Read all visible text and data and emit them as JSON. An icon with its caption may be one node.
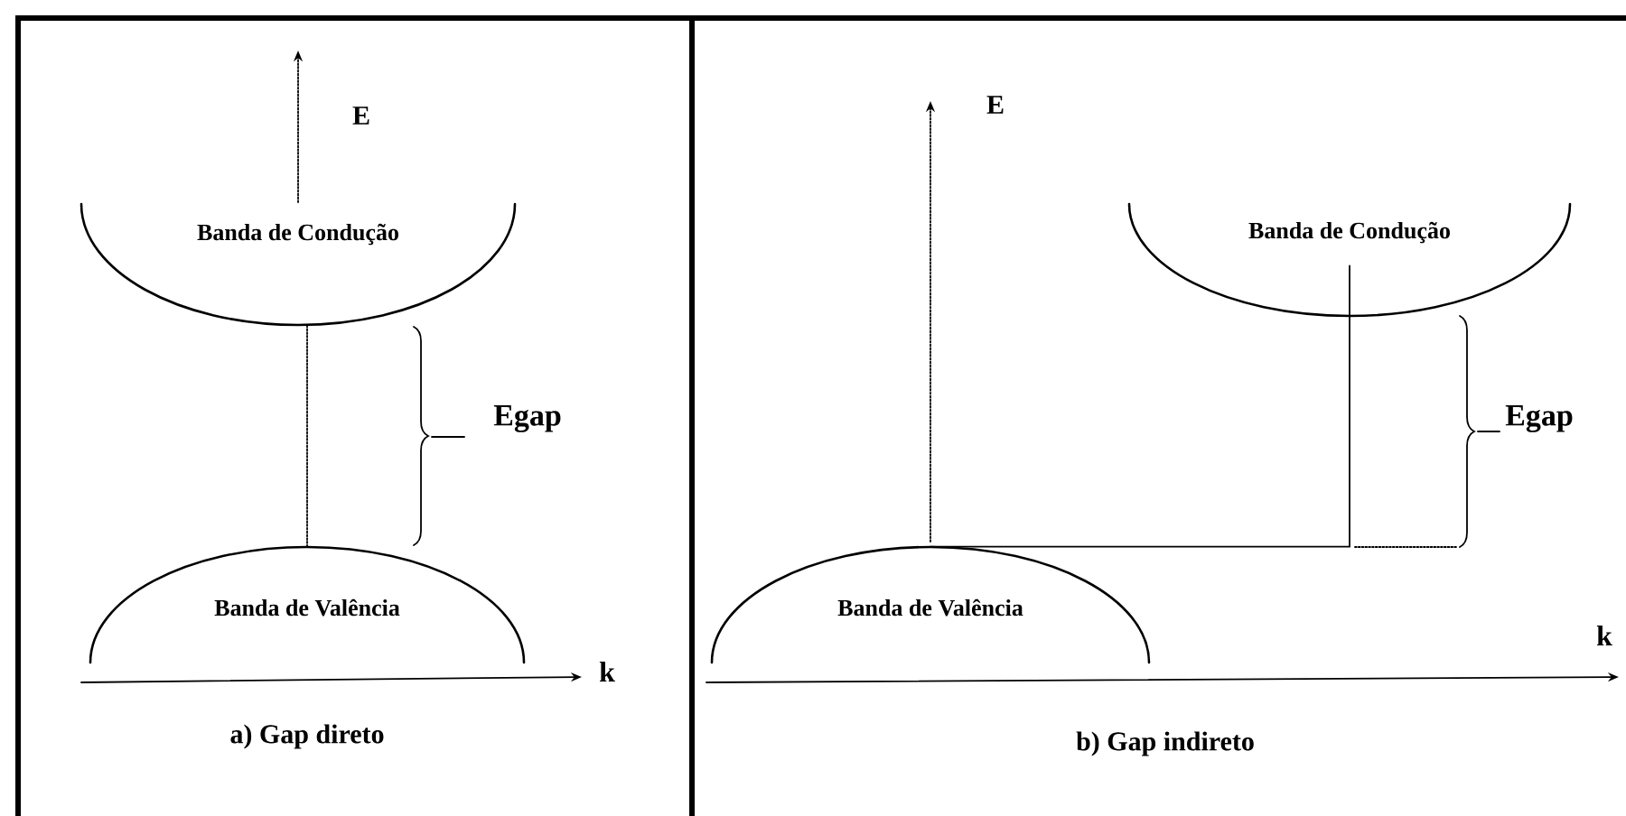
{
  "diagram": {
    "nodes": [
      {
        "text": [
          "Banda de Condução"
        ]
      },
      {
        "text": [
          "Banda de Valência"
        ]
      },
      {
        "text": [
          "Banda de Condução"
        ]
      },
      {
        "text": [
          "Banda de Valência"
        ]
      }
    ],
    "edges": [
      {
        "from": 1,
        "to": 0,
        "arrow": "none",
        "style": "dashed"
      },
      {
        "from": 3,
        "to": 2,
        "arrow": "none"
      }
    ],
    "labels": [
      "E",
      "Egap",
      "k",
      "a) Gap direto",
      "E",
      "Egap",
      "k",
      "b) Gap indireto"
    ]
  }
}
